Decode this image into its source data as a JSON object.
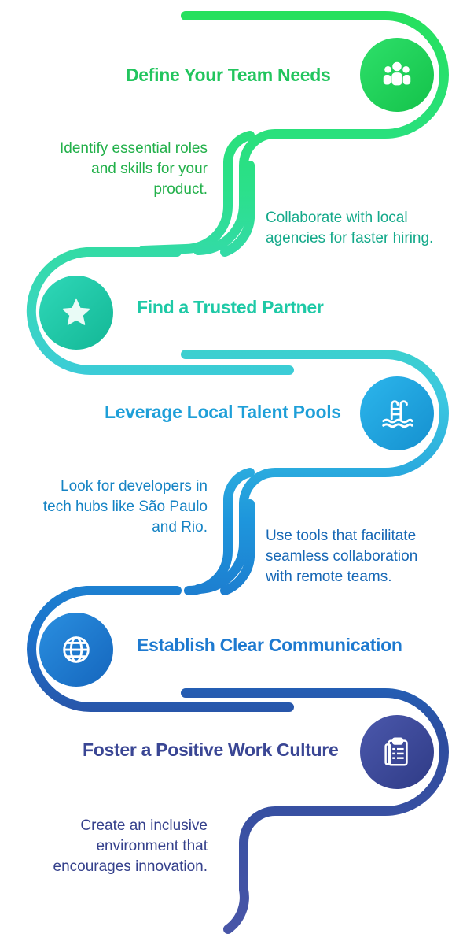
{
  "colors": {
    "green": "#1fd95a",
    "teal": "#2ad0b0",
    "sky": "#22a6e0",
    "blue": "#1e7fd4",
    "indigo": "#3d4a9c"
  },
  "steps": [
    {
      "title": "Define Your Team Needs",
      "icon": "team-people-icon",
      "color": "#22c55e",
      "description_lines": [
        "Identify essential roles",
        "and skills for your",
        "product."
      ]
    },
    {
      "title": "Find a Trusted Partner",
      "icon": "star-icon",
      "color": "#1ec9a6",
      "description_lines": [
        "Collaborate with local",
        "agencies for faster hiring."
      ]
    },
    {
      "title": "Leverage Local Talent Pools",
      "icon": "pool-ladder-icon",
      "color": "#1e9fd8",
      "description_lines": [
        "Look for developers in",
        "tech hubs like São Paulo",
        "and Rio."
      ]
    },
    {
      "title": "Establish Clear Communication",
      "icon": "globe-icon",
      "color": "#1e7ad0",
      "description_lines": [
        "Use tools that facilitate",
        "seamless collaboration",
        "with remote teams."
      ]
    },
    {
      "title": "Foster a Positive Work Culture",
      "icon": "clipboard-icon",
      "color": "#3a4694",
      "description_lines": [
        "Create an inclusive",
        "environment that",
        "encourages innovation."
      ]
    }
  ]
}
